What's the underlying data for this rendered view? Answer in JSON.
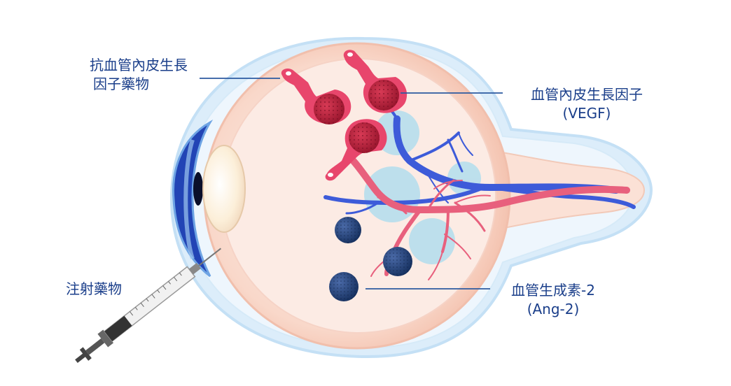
{
  "labels": {
    "anti_vegf": {
      "line1": "抗血管內皮生長",
      "line2": "因子藥物"
    },
    "vegf": {
      "line1": "血管內皮生長因子",
      "line2": "(VEGF)"
    },
    "injection": {
      "text": "注射藥物"
    },
    "ang2": {
      "line1": "血管生成素-2",
      "line2": "(Ang-2)"
    }
  },
  "colors": {
    "label_text": "#1a3e8a",
    "leader_line": "#2c5aa0",
    "eye_outer": "#cfe6f7",
    "eye_wall": "#fbd9cc",
    "vitreous": "#fdeee9",
    "iris": "#1c3fa8",
    "lens": "#fdf1dc",
    "vein": "#3d5bd9",
    "artery": "#e8607d",
    "drug_molecule": "#e8466c",
    "vegf_cluster": "#b8193a",
    "ang2_sphere": "#1e3b72",
    "leak_zone": "#a8dcef"
  }
}
